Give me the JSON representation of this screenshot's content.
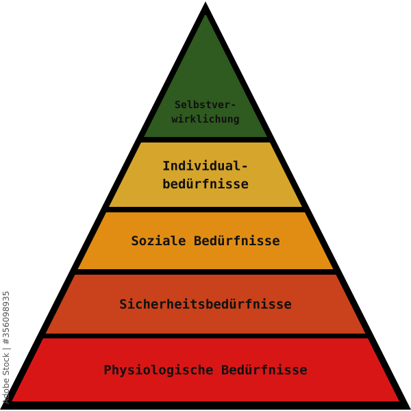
{
  "levels": [
    {
      "lines": [
        "Selbstver-",
        "wirklichung"
      ],
      "color": "#2f5a20"
    },
    {
      "lines": [
        "Individual-",
        "bedürfnisse"
      ],
      "color": "#d6a52c"
    },
    {
      "lines": [
        "Soziale Bedürfnisse"
      ],
      "color": "#e18d14"
    },
    {
      "lines": [
        "Sicherheitsbedürfnisse"
      ],
      "color": "#c9421b"
    },
    {
      "lines": [
        "Physiologische Bedürfnisse"
      ],
      "color": "#d91616"
    }
  ],
  "outline_color": "#000000",
  "watermark": "Adobe Stock | #356098935"
}
